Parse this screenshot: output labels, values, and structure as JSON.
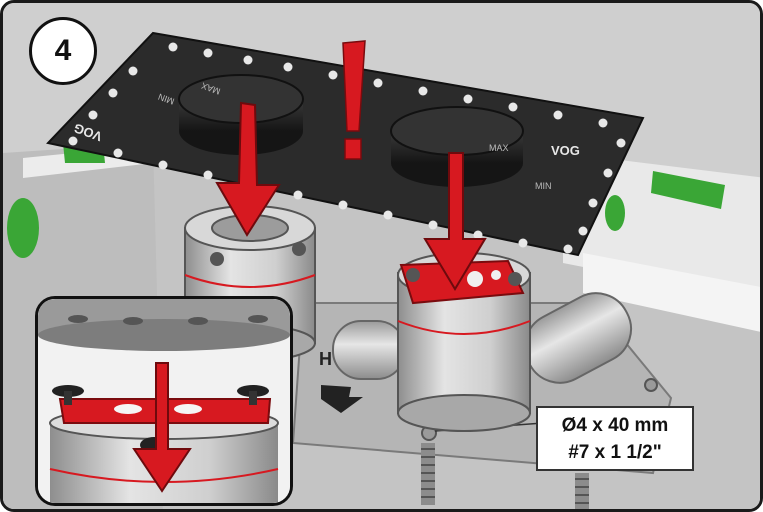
{
  "step": {
    "number": "4"
  },
  "screw_spec": {
    "metric": "Ø4 x 40 mm",
    "imperial": "#7 x 1 1/2\""
  },
  "plate_marks": {
    "max_left": "MAX",
    "min_left": "MIN",
    "max_right": "MAX",
    "min_right": "MIN",
    "brand_left": "VOG",
    "brand_right": "VOG",
    "base_letter": "H"
  },
  "colors": {
    "plate": "#2b2b2b",
    "accent_red": "#d71920",
    "cylinder": "#bdbdbd",
    "green_marker": "#3aa636"
  }
}
